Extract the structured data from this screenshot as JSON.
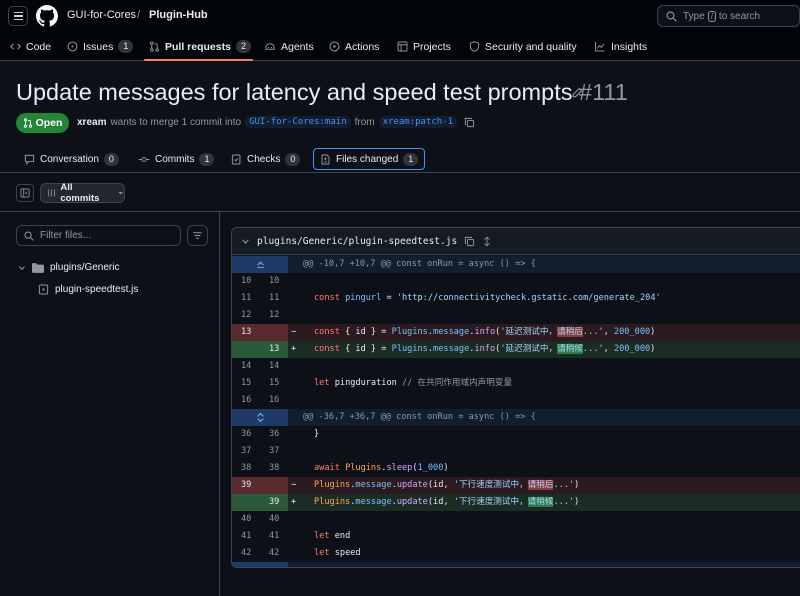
{
  "header": {
    "owner": "GUI-for-Cores",
    "separator": "/",
    "repo": "Plugin-Hub",
    "search_prefix": "Type",
    "search_key": "/",
    "search_suffix": "to search"
  },
  "repo_nav": {
    "code": "Code",
    "issues": "Issues",
    "issues_count": "1",
    "pulls": "Pull requests",
    "pulls_count": "2",
    "agents": "Agents",
    "actions": "Actions",
    "projects": "Projects",
    "security": "Security and quality",
    "insights": "Insights"
  },
  "pr": {
    "title": "Update messages for latency and speed test prompts",
    "number": "#111",
    "state": "Open",
    "author": "xream",
    "merge_text": "wants to merge 1 commit into",
    "base_branch": "GUI-for-Cores:main",
    "from_text": "from",
    "head_branch": "xream:patch-1"
  },
  "tabs": {
    "conversation": "Conversation",
    "conversation_count": "0",
    "commits": "Commits",
    "commits_count": "1",
    "checks": "Checks",
    "checks_count": "0",
    "files": "Files changed",
    "files_count": "1"
  },
  "toolbar": {
    "all_commits": "All commits"
  },
  "sidebar": {
    "filter_placeholder": "Filter files...",
    "folder": "plugins/Generic",
    "file": "plugin-speedtest.js"
  },
  "diff": {
    "file_path": "plugins/Generic/plugin-speedtest.js",
    "hunk1": "@@ -10,7 +10,7 @@ const onRun = async () => {",
    "hunk2": "@@ -36,7 +36,7 @@ const onRun = async () => {",
    "lines": [
      {
        "o": "10",
        "n": "10"
      },
      {
        "o": "11",
        "n": "11",
        "kw": "const",
        "var": "pingurl",
        "eq": " = ",
        "str": "'http://connectivitycheck.gstatic.com/generate_204'"
      },
      {
        "o": "12",
        "n": "12"
      },
      {
        "o": "13",
        "n": "",
        "sign": "−",
        "str_pre": "'延迟测试中，",
        "str_hl": "请稍后",
        "str_post": "...'",
        "num": "200_000"
      },
      {
        "o": "",
        "n": "13",
        "sign": "+",
        "str_pre": "'延迟测试中，",
        "str_hl": "请稍候",
        "str_post": "...'",
        "num": "200_000"
      },
      {
        "o": "14",
        "n": "14"
      },
      {
        "o": "15",
        "n": "15",
        "kw": "let",
        "var": "pingduration",
        "comment": "// 在共同作用域内声明变量"
      },
      {
        "o": "16",
        "n": "16"
      },
      {
        "o": "36",
        "n": "36",
        "text": "}"
      },
      {
        "o": "37",
        "n": "37"
      },
      {
        "o": "38",
        "n": "38",
        "kw": "await",
        "obj": "Plugins",
        "fn": "sleep",
        "num": "1_000"
      },
      {
        "o": "39",
        "n": "",
        "sign": "−",
        "str_pre": "'下行速度测试中，",
        "str_hl": "请稍后",
        "str_post": "...'"
      },
      {
        "o": "",
        "n": "39",
        "sign": "+",
        "str_pre": "'下行速度测试中，",
        "str_hl": "请稍候",
        "str_post": "...'"
      },
      {
        "o": "40",
        "n": "40"
      },
      {
        "o": "41",
        "n": "41",
        "kw": "let",
        "var": "end"
      },
      {
        "o": "42",
        "n": "42",
        "kw": "let",
        "var": "speed"
      }
    ],
    "tokens": {
      "const": "const",
      "destructure": "{ id } = ",
      "plugins": "Plugins",
      "message": "message",
      "info": "info",
      "update": "update",
      "update_args": "(id, ",
      "close": ")",
      "comma": ", "
    }
  },
  "colors": {
    "accent": "#4493f8",
    "open_green": "#238636",
    "nav_underline": "#f78166"
  }
}
